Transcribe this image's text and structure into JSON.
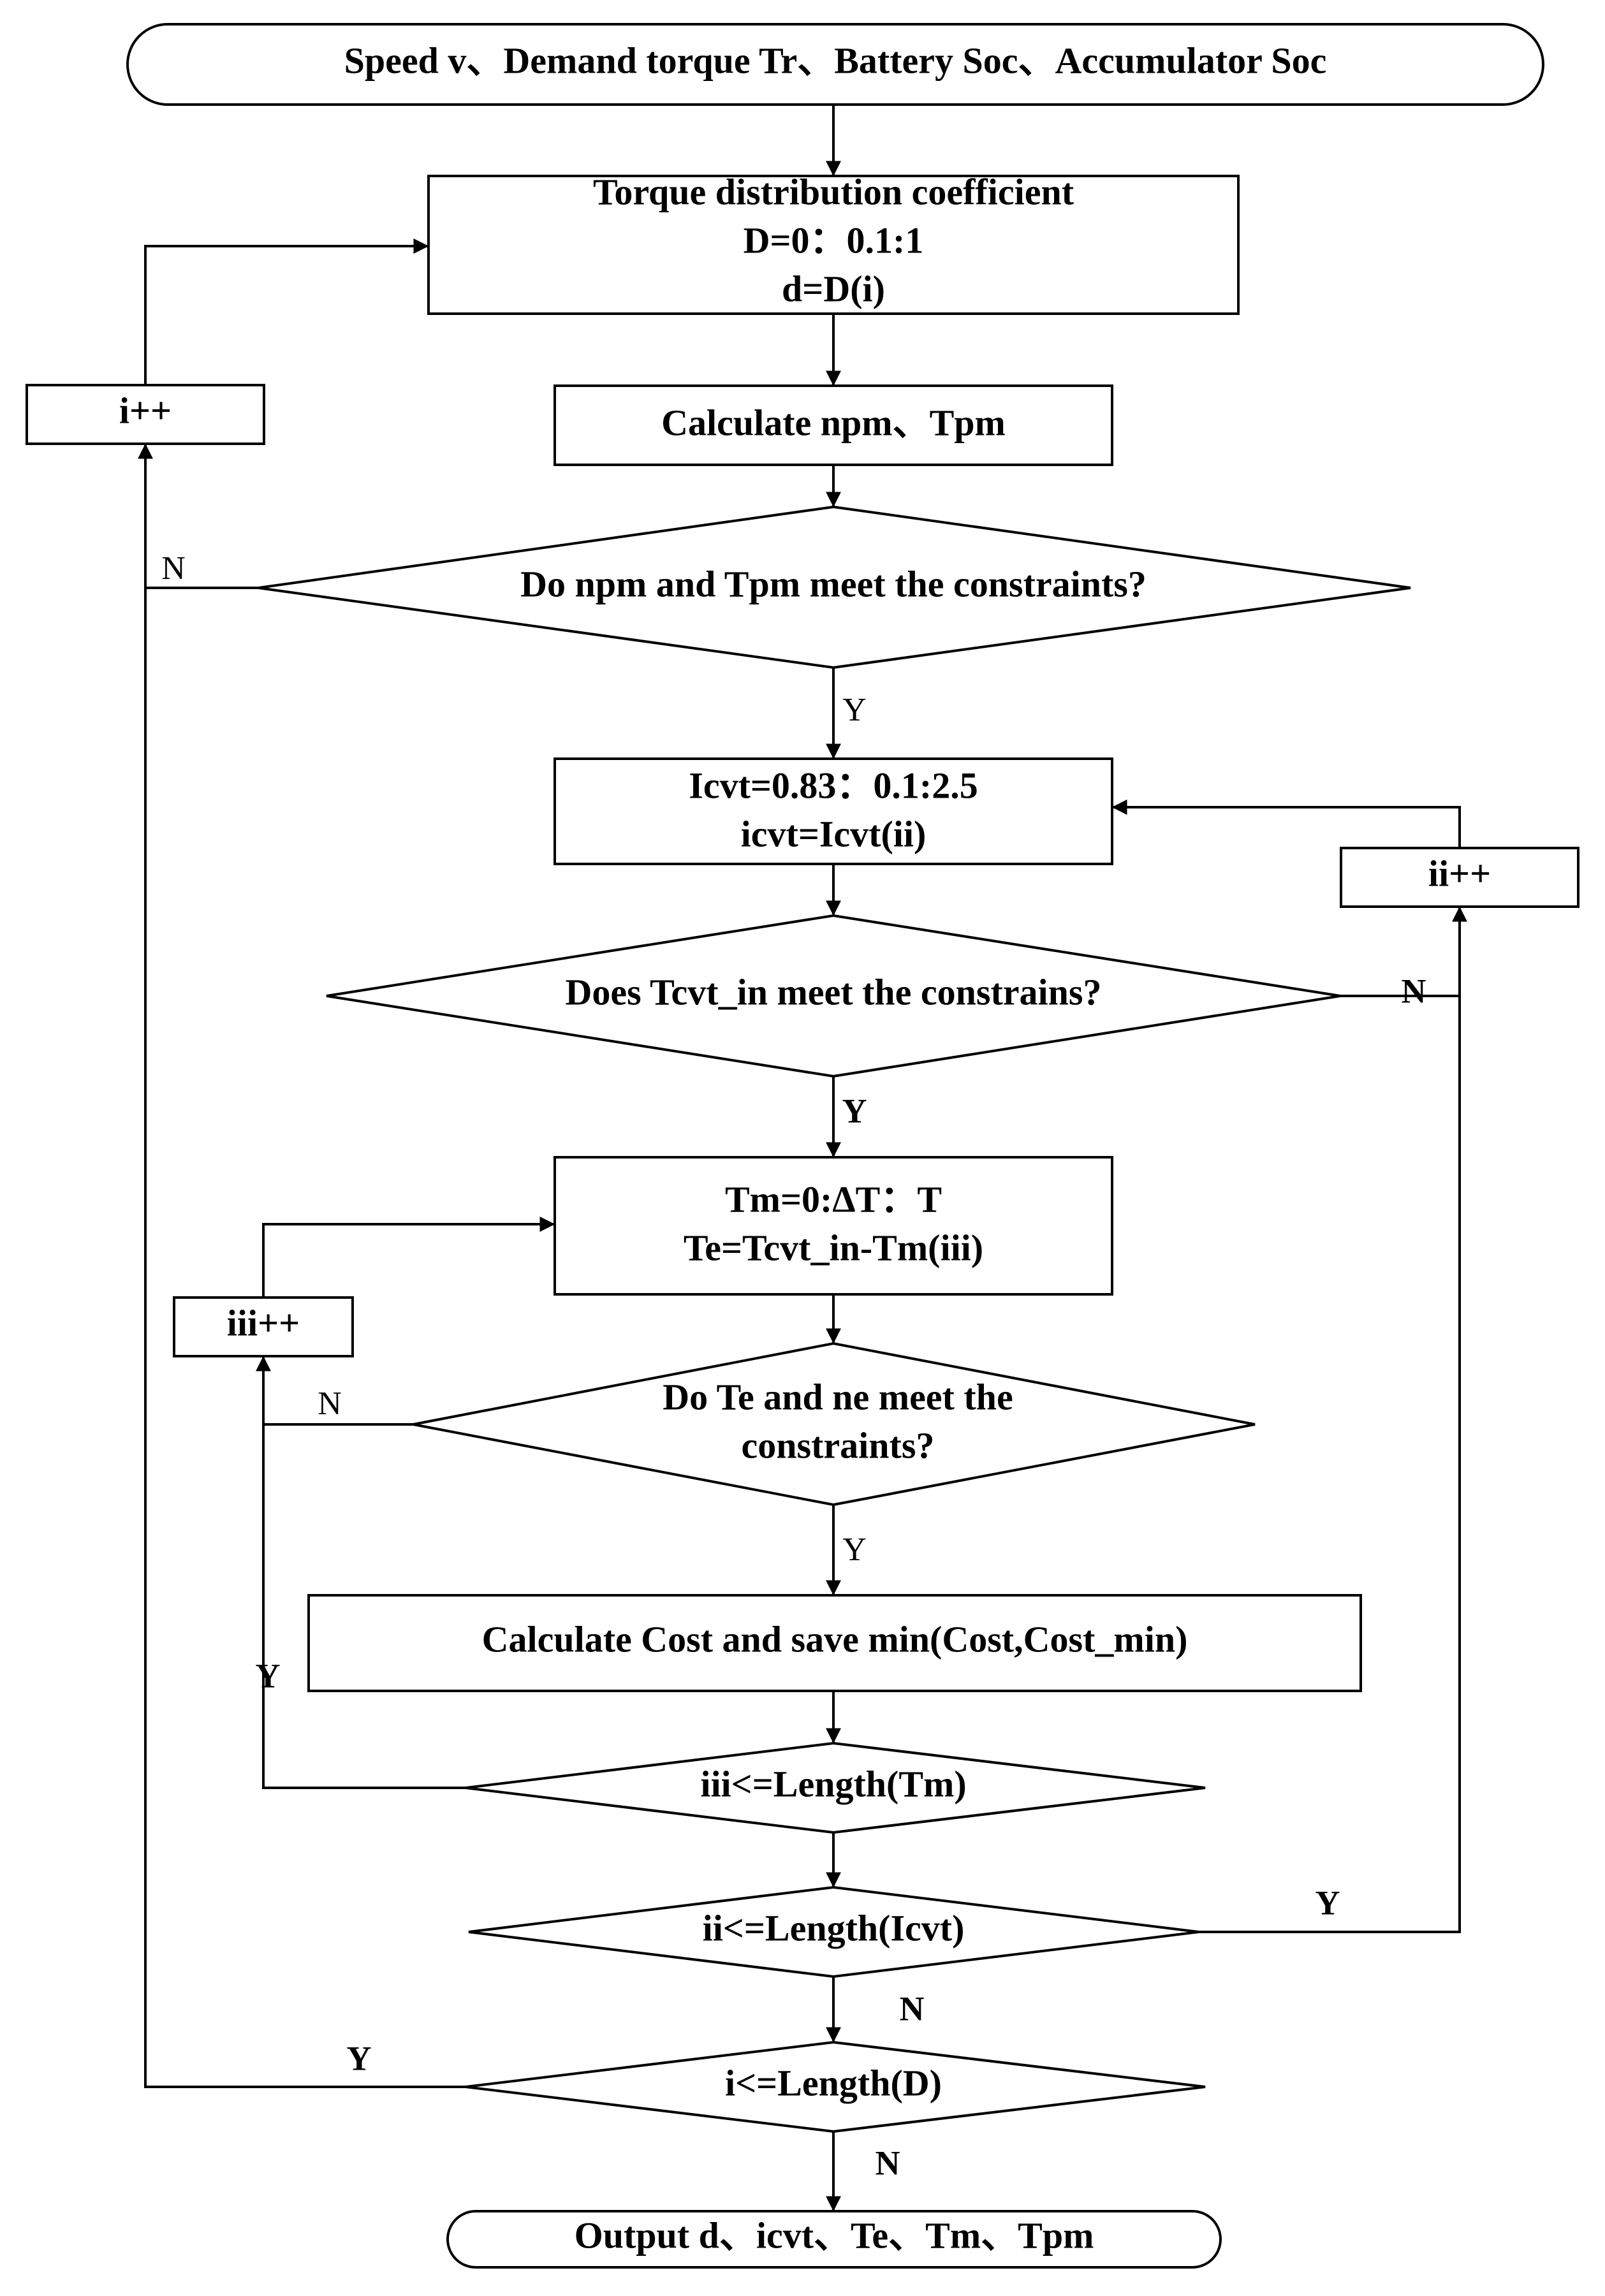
{
  "start": {
    "text": "Speed v、Demand torque Tr、Battery Soc、Accumulator Soc"
  },
  "torque_box": {
    "line1": "Torque distribution coefficient",
    "line2": "D=0：0.1:1",
    "line3": "d=D(i)"
  },
  "calc_npm": {
    "text": "Calculate npm、Tpm"
  },
  "d1": {
    "text": "Do npm and Tpm meet the constraints?"
  },
  "icvt_box": {
    "line1": "Icvt=0.83：0.1:2.5",
    "line2": "icvt=Icvt(ii)"
  },
  "d2": {
    "text": "Does Tcvt_in meet the constrains?"
  },
  "tm_box": {
    "line1": "Tm=0:ΔT：T",
    "line2": "Te=Tcvt_in-Tm(iii)"
  },
  "d3": {
    "line1": "Do Te and ne meet the",
    "line2": "constraints?"
  },
  "cost_box": {
    "text": "Calculate Cost and save min(Cost,Cost_min)"
  },
  "d4": {
    "text": "iii<=Length(Tm)"
  },
  "d5": {
    "text": "ii<=Length(Icvt)"
  },
  "d6": {
    "text": "i<=Length(D)"
  },
  "end": {
    "text": "Output d、icvt、Te、Tm、Tpm"
  },
  "counters": {
    "i": "i++",
    "ii": "ii++",
    "iii": "iii++"
  },
  "labels": {
    "d1_no": "N",
    "d1_yes": "Y",
    "d2_no": "N",
    "d2_yes": "Y",
    "d3_no": "N",
    "d3_yes": "Y",
    "d4_yes": "Y",
    "d5_yes": "Y",
    "d5_no": "N",
    "d6_yes": "Y",
    "d6_no": "N"
  }
}
